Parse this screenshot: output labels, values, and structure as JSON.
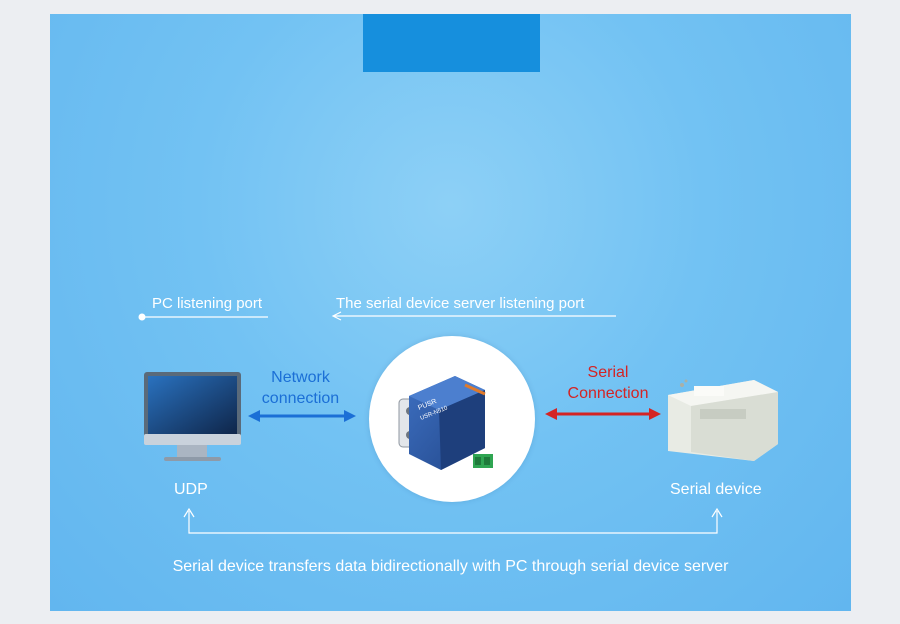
{
  "diagram": {
    "pc_port_label": "PC listening port",
    "server_port_label": "The serial device server listening port",
    "network_label_line1": "Network",
    "network_label_line2": "connection",
    "serial_label_line1": "Serial",
    "serial_label_line2": "Connection",
    "pc_label": "UDP",
    "serial_device_label": "Serial device",
    "device_brand": "PUSR",
    "device_model": "USR-N510",
    "caption": "Serial device transfers data bidirectionally with PC through serial device server"
  },
  "colors": {
    "panel": "#6cbdf2",
    "header_block": "#168fdd",
    "network_arrow": "#1b6fd6",
    "serial_arrow": "#d42424",
    "device_body": "#2f5fa8"
  },
  "icons": {
    "pc": "desktop-monitor-icon",
    "server": "serial-device-server-icon",
    "printer": "receipt-printer-icon"
  }
}
